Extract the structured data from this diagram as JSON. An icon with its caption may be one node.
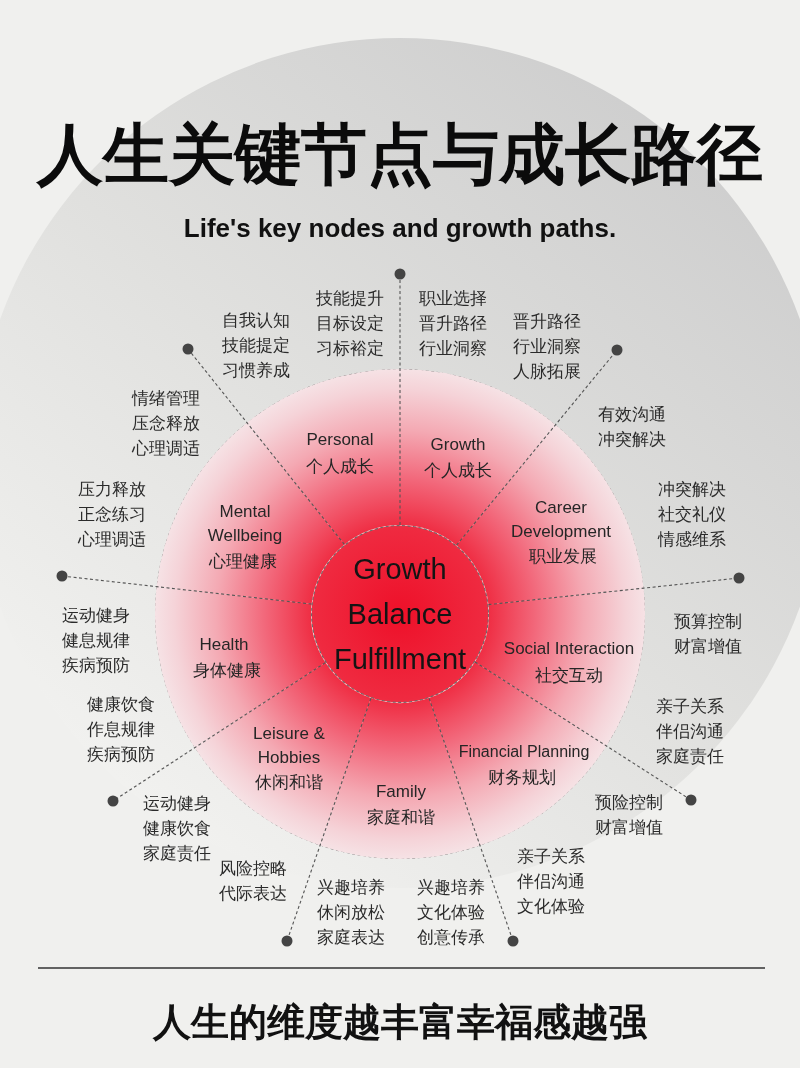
{
  "diagram": {
    "title": "人生关键节点与成长路径",
    "caption": "人生的维度越丰富幸福感越强",
    "nodes": [
      {
        "text": [],
        "shape": "circle"
      },
      {
        "text": [
          "Growth Balance Fulfillment"
        ],
        "in": 0
      },
      {
        "text": [
          "Personal",
          "个人成长"
        ],
        "in": 0
      },
      {
        "text": [
          "Growth",
          "个人成长"
        ],
        "in": 0
      },
      {
        "text": [
          "Career Development",
          "职业发展"
        ],
        "in": 0
      },
      {
        "text": [
          "Social Interaction",
          "社交互动"
        ],
        "in": 0
      },
      {
        "text": [
          "Financial Planning",
          "财务规划"
        ],
        "in": 0
      },
      {
        "text": [
          "Family",
          "家庭和谐"
        ],
        "in": 0
      },
      {
        "text": [
          "Leisure & Hobbies",
          "休闲和谐"
        ],
        "in": 0
      },
      {
        "text": [
          "Health",
          "身体健康"
        ],
        "in": 0
      },
      {
        "text": [
          "Mental Wellbeing",
          "心理健康"
        ],
        "in": 0
      }
    ],
    "edges": [
      {
        "from": 1,
        "to": null,
        "arrow": "other",
        "style": "dashed"
      },
      {
        "from": 1,
        "to": null,
        "arrow": "other",
        "style": "dashed"
      },
      {
        "from": 1,
        "to": null,
        "arrow": "other",
        "style": "dashed"
      },
      {
        "from": 1,
        "to": null,
        "arrow": "other",
        "style": "dashed"
      },
      {
        "from": 1,
        "to": null,
        "arrow": "other",
        "style": "dashed"
      },
      {
        "from": 1,
        "to": null,
        "arrow": "other",
        "style": "dashed"
      },
      {
        "from": 1,
        "to": null,
        "arrow": "other",
        "style": "dashed"
      },
      {
        "from": 1,
        "to": null,
        "arrow": "other",
        "style": "dashed"
      },
      {
        "from": 1,
        "to": null,
        "arrow": "other",
        "style": "dashed"
      }
    ],
    "labels": [
      "Life's key nodes and growth paths.",
      "自我认知技能提定习惯养成",
      "技能提升目标设定习标裕定",
      "职业选择晋升路径行业洞察",
      "晋升路径行业洞察人脉拓展",
      "情绪管理压念释放心理调适",
      "有效沟通冲突解决",
      "压力释放正念练习心理调适",
      "冲突解决社交礼仪情感维系",
      "运动健身健息规律疾病预防",
      "预算控制财富增值",
      "健康饮食作息规律疾病预防",
      "亲子关系伴侣沟通家庭责任",
      "运动健身健康饮食家庭责任",
      "风险控略代际表达",
      "兴趣培养休闲放松家庭表达",
      "兴趣培养文化体验创意传承",
      "亲子关系伴侣沟通文化体验",
      "预险控制财富增值"
    ]
  }
}
